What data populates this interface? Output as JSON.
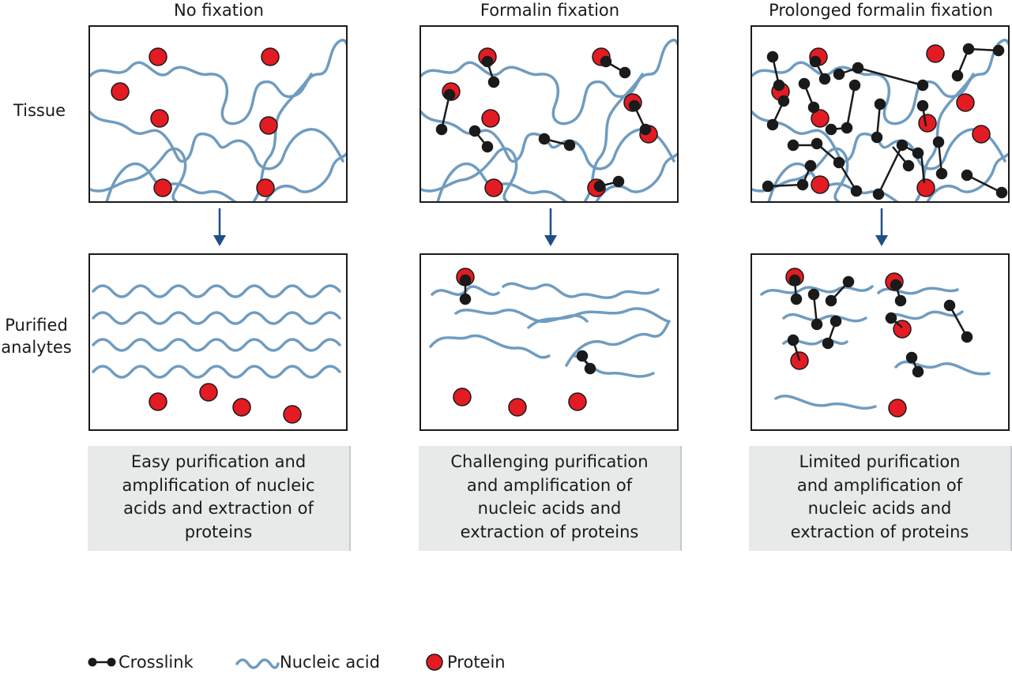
{
  "columns": [
    {
      "title": "No fixation",
      "caption": "Easy purification and amplification of nucleic acids and extraction of proteins"
    },
    {
      "title": "Formalin fixation",
      "caption": "Challenging purification and amplification of nucleic acids and extraction of proteins"
    },
    {
      "title": "Prolonged formalin fixation",
      "caption": "Limited purification and amplification of nucleic acids and extraction of proteins"
    }
  ],
  "rows": {
    "tissue": "Tissue",
    "purified_line1": "Purified",
    "purified_line2": "analytes"
  },
  "legend": {
    "crosslink": "Crosslink",
    "nucleic_acid": "Nucleic acid",
    "protein": "Protein"
  },
  "colors": {
    "nucleic_acid": "#6f9cc0",
    "protein": "#e31b23",
    "crosslink": "#1a1a1a",
    "arrow": "#1f4f86",
    "caption_bg": "#e8eaea"
  }
}
